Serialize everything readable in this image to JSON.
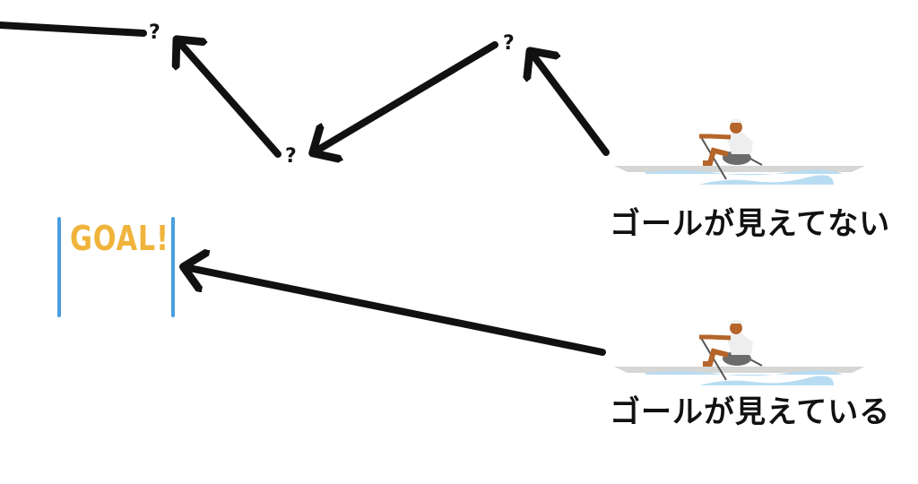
{
  "question_marks": [
    "?",
    "?",
    "?"
  ],
  "goal": {
    "label": "GOAL!",
    "text_color": "#f0b43c",
    "post_color": "#4a9ee0"
  },
  "rowers": [
    {
      "caption": "ゴールが見えてない"
    },
    {
      "caption": "ゴールが見えている"
    }
  ],
  "arrow_color": "#111111"
}
